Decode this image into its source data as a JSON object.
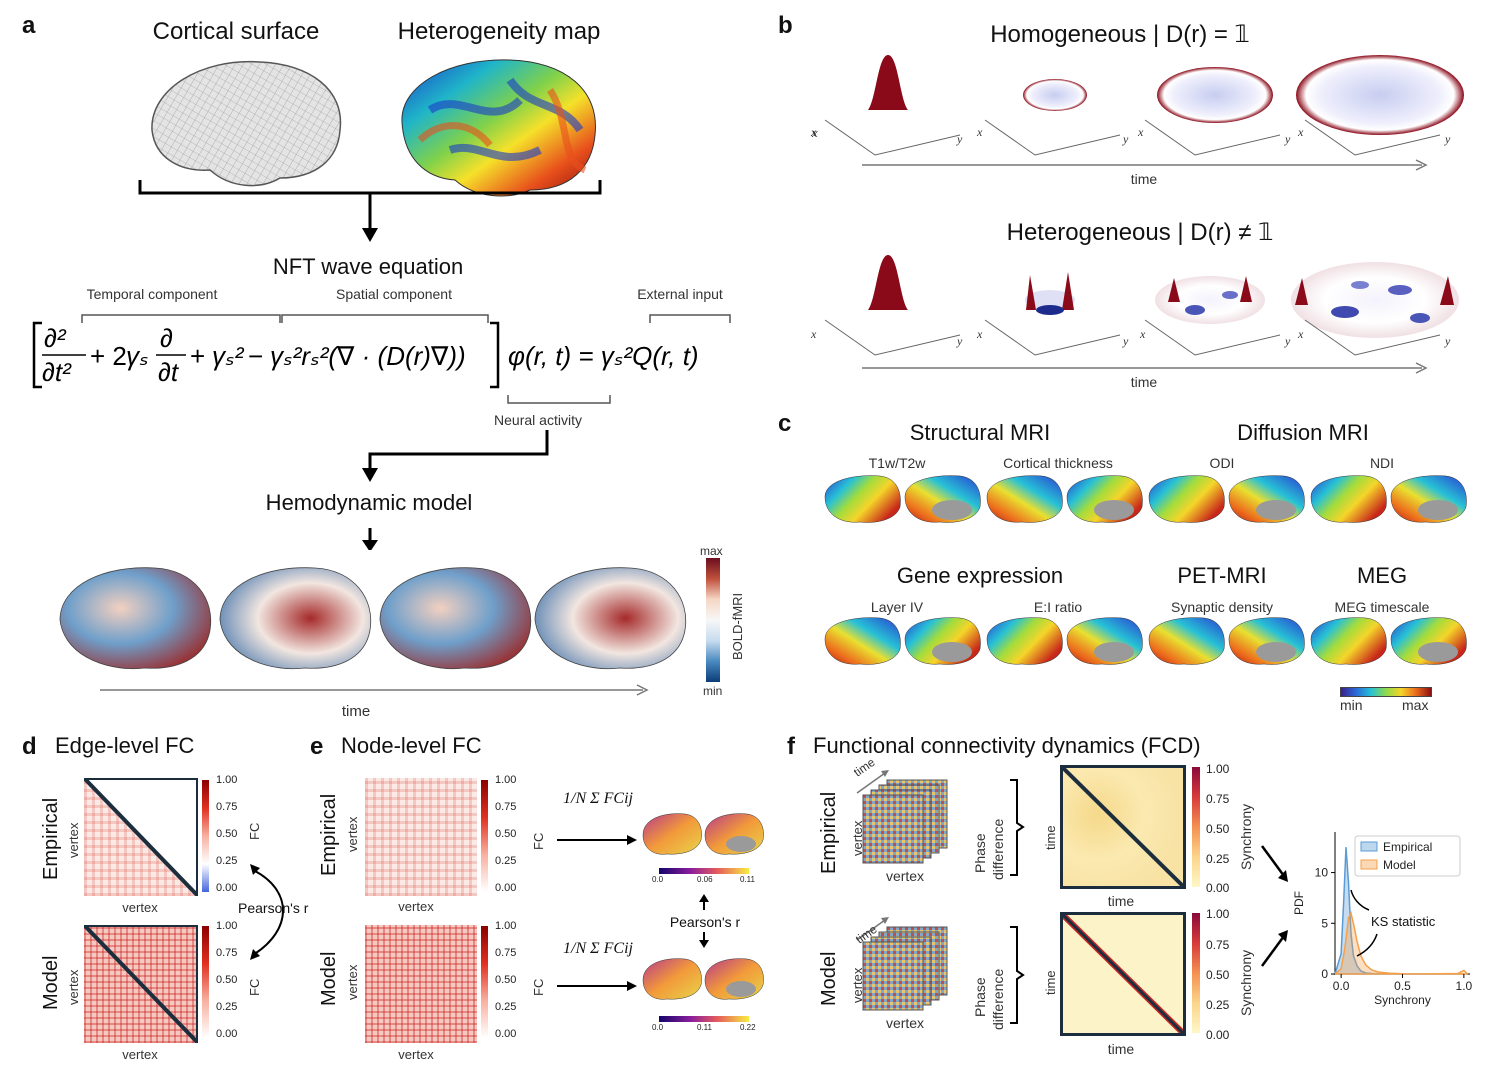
{
  "panel_a": {
    "letter": "a",
    "cortical_surface": "Cortical surface",
    "heterogeneity_map": "Heterogeneity map",
    "nft_title": "NFT wave equation",
    "temporal_component": "Temporal component",
    "spatial_component": "Spatial component",
    "external_input": "External input",
    "equation": "[∂²/∂t² + 2γs ∂/∂t + γs² − γs²rs²(∇·(D(r)∇))] φ(r,t) = γs²Q(r,t)",
    "neural_activity": "Neural activity",
    "hemodynamic_title": "Hemodynamic model",
    "colorbar_max": "max",
    "colorbar_min": "min",
    "colorbar_label": "BOLD-fMRI",
    "time_label": "time"
  },
  "panel_b": {
    "letter": "b",
    "homogeneous_title": "Homogeneous | D(r) = 𝟙",
    "heterogeneous_title": "Heterogeneous | D(r) ≠ 𝟙",
    "axis_x": "x",
    "axis_y": "y",
    "time_label": "time"
  },
  "panel_c": {
    "letter": "c",
    "structural_mri": "Structural MRI",
    "diffusion_mri": "Diffusion MRI",
    "gene_expression": "Gene expression",
    "pet_mri": "PET-MRI",
    "meg": "MEG",
    "maps": [
      "T1w/T2w",
      "Cortical thickness",
      "ODI",
      "NDI",
      "Layer IV",
      "E:I ratio",
      "Synaptic density",
      "MEG timescale"
    ],
    "colorbar_min": "min",
    "colorbar_max": "max"
  },
  "panel_d": {
    "letter": "d",
    "title": "Edge-level FC",
    "empirical": "Empirical",
    "model": "Model",
    "vertex": "vertex",
    "fc": "FC",
    "pearson": "Pearson's r",
    "ticks": [
      "1.00",
      "0.75",
      "0.50",
      "0.25",
      "0.00"
    ]
  },
  "panel_e": {
    "letter": "e",
    "title": "Node-level FC",
    "empirical": "Empirical",
    "model": "Model",
    "vertex": "vertex",
    "fc": "FC",
    "pearson": "Pearson's r",
    "formula": "1/N Σ FCij",
    "ticks": [
      "1.00",
      "0.75",
      "0.50",
      "0.25",
      "0.00"
    ],
    "cbar1_ticks": [
      "0.0",
      "0.06",
      "0.11"
    ],
    "cbar2_ticks": [
      "0.0",
      "0.11",
      "0.22"
    ]
  },
  "panel_f": {
    "letter": "f",
    "title": "Functional connectivity dynamics (FCD)",
    "empirical": "Empirical",
    "model": "Model",
    "time": "time",
    "vertex": "vertex",
    "phase_difference_1": "Phase",
    "phase_difference_2": "difference",
    "synchrony": "Synchrony",
    "ks_statistic": "KS statistic",
    "ticks": [
      "1.00",
      "0.75",
      "0.50",
      "0.25",
      "0.00"
    ]
  },
  "chart_data": {
    "type": "area",
    "xlabel": "Synchrony",
    "ylabel": "PDF",
    "xlim": [
      -0.05,
      1.05
    ],
    "ylim": [
      0,
      14
    ],
    "xticks": [
      "0.0",
      "0.5",
      "1.0"
    ],
    "yticks": [
      "0",
      "5",
      "10"
    ],
    "legend_position": "top-right",
    "series": [
      {
        "name": "Empirical",
        "color": "#5b9bd5",
        "x": [
          -0.05,
          0.0,
          0.02,
          0.04,
          0.06,
          0.08,
          0.1,
          0.13,
          0.16,
          0.2,
          0.25,
          0.3,
          0.4,
          0.5,
          0.7,
          1.0
        ],
        "y": [
          0,
          2.0,
          7.0,
          12.5,
          9.0,
          4.0,
          1.8,
          0.8,
          0.3,
          0.1,
          0.05,
          0.02,
          0,
          0,
          0,
          0
        ]
      },
      {
        "name": "Model",
        "color": "#f5a04a",
        "x": [
          -0.05,
          0.0,
          0.03,
          0.06,
          0.08,
          0.1,
          0.13,
          0.16,
          0.2,
          0.25,
          0.3,
          0.4,
          0.5,
          0.7,
          0.95,
          1.0,
          1.03
        ],
        "y": [
          0,
          0.5,
          2.5,
          5.5,
          6.0,
          5.0,
          3.2,
          1.8,
          0.9,
          0.4,
          0.2,
          0.08,
          0.03,
          0.01,
          0.05,
          0.35,
          0
        ]
      }
    ]
  },
  "colors": {
    "dark_red": "#8b0000",
    "fc_red": "#d7301f",
    "border_dark": "#1c2e3d",
    "sync_yellow": "#fbe9b0"
  }
}
